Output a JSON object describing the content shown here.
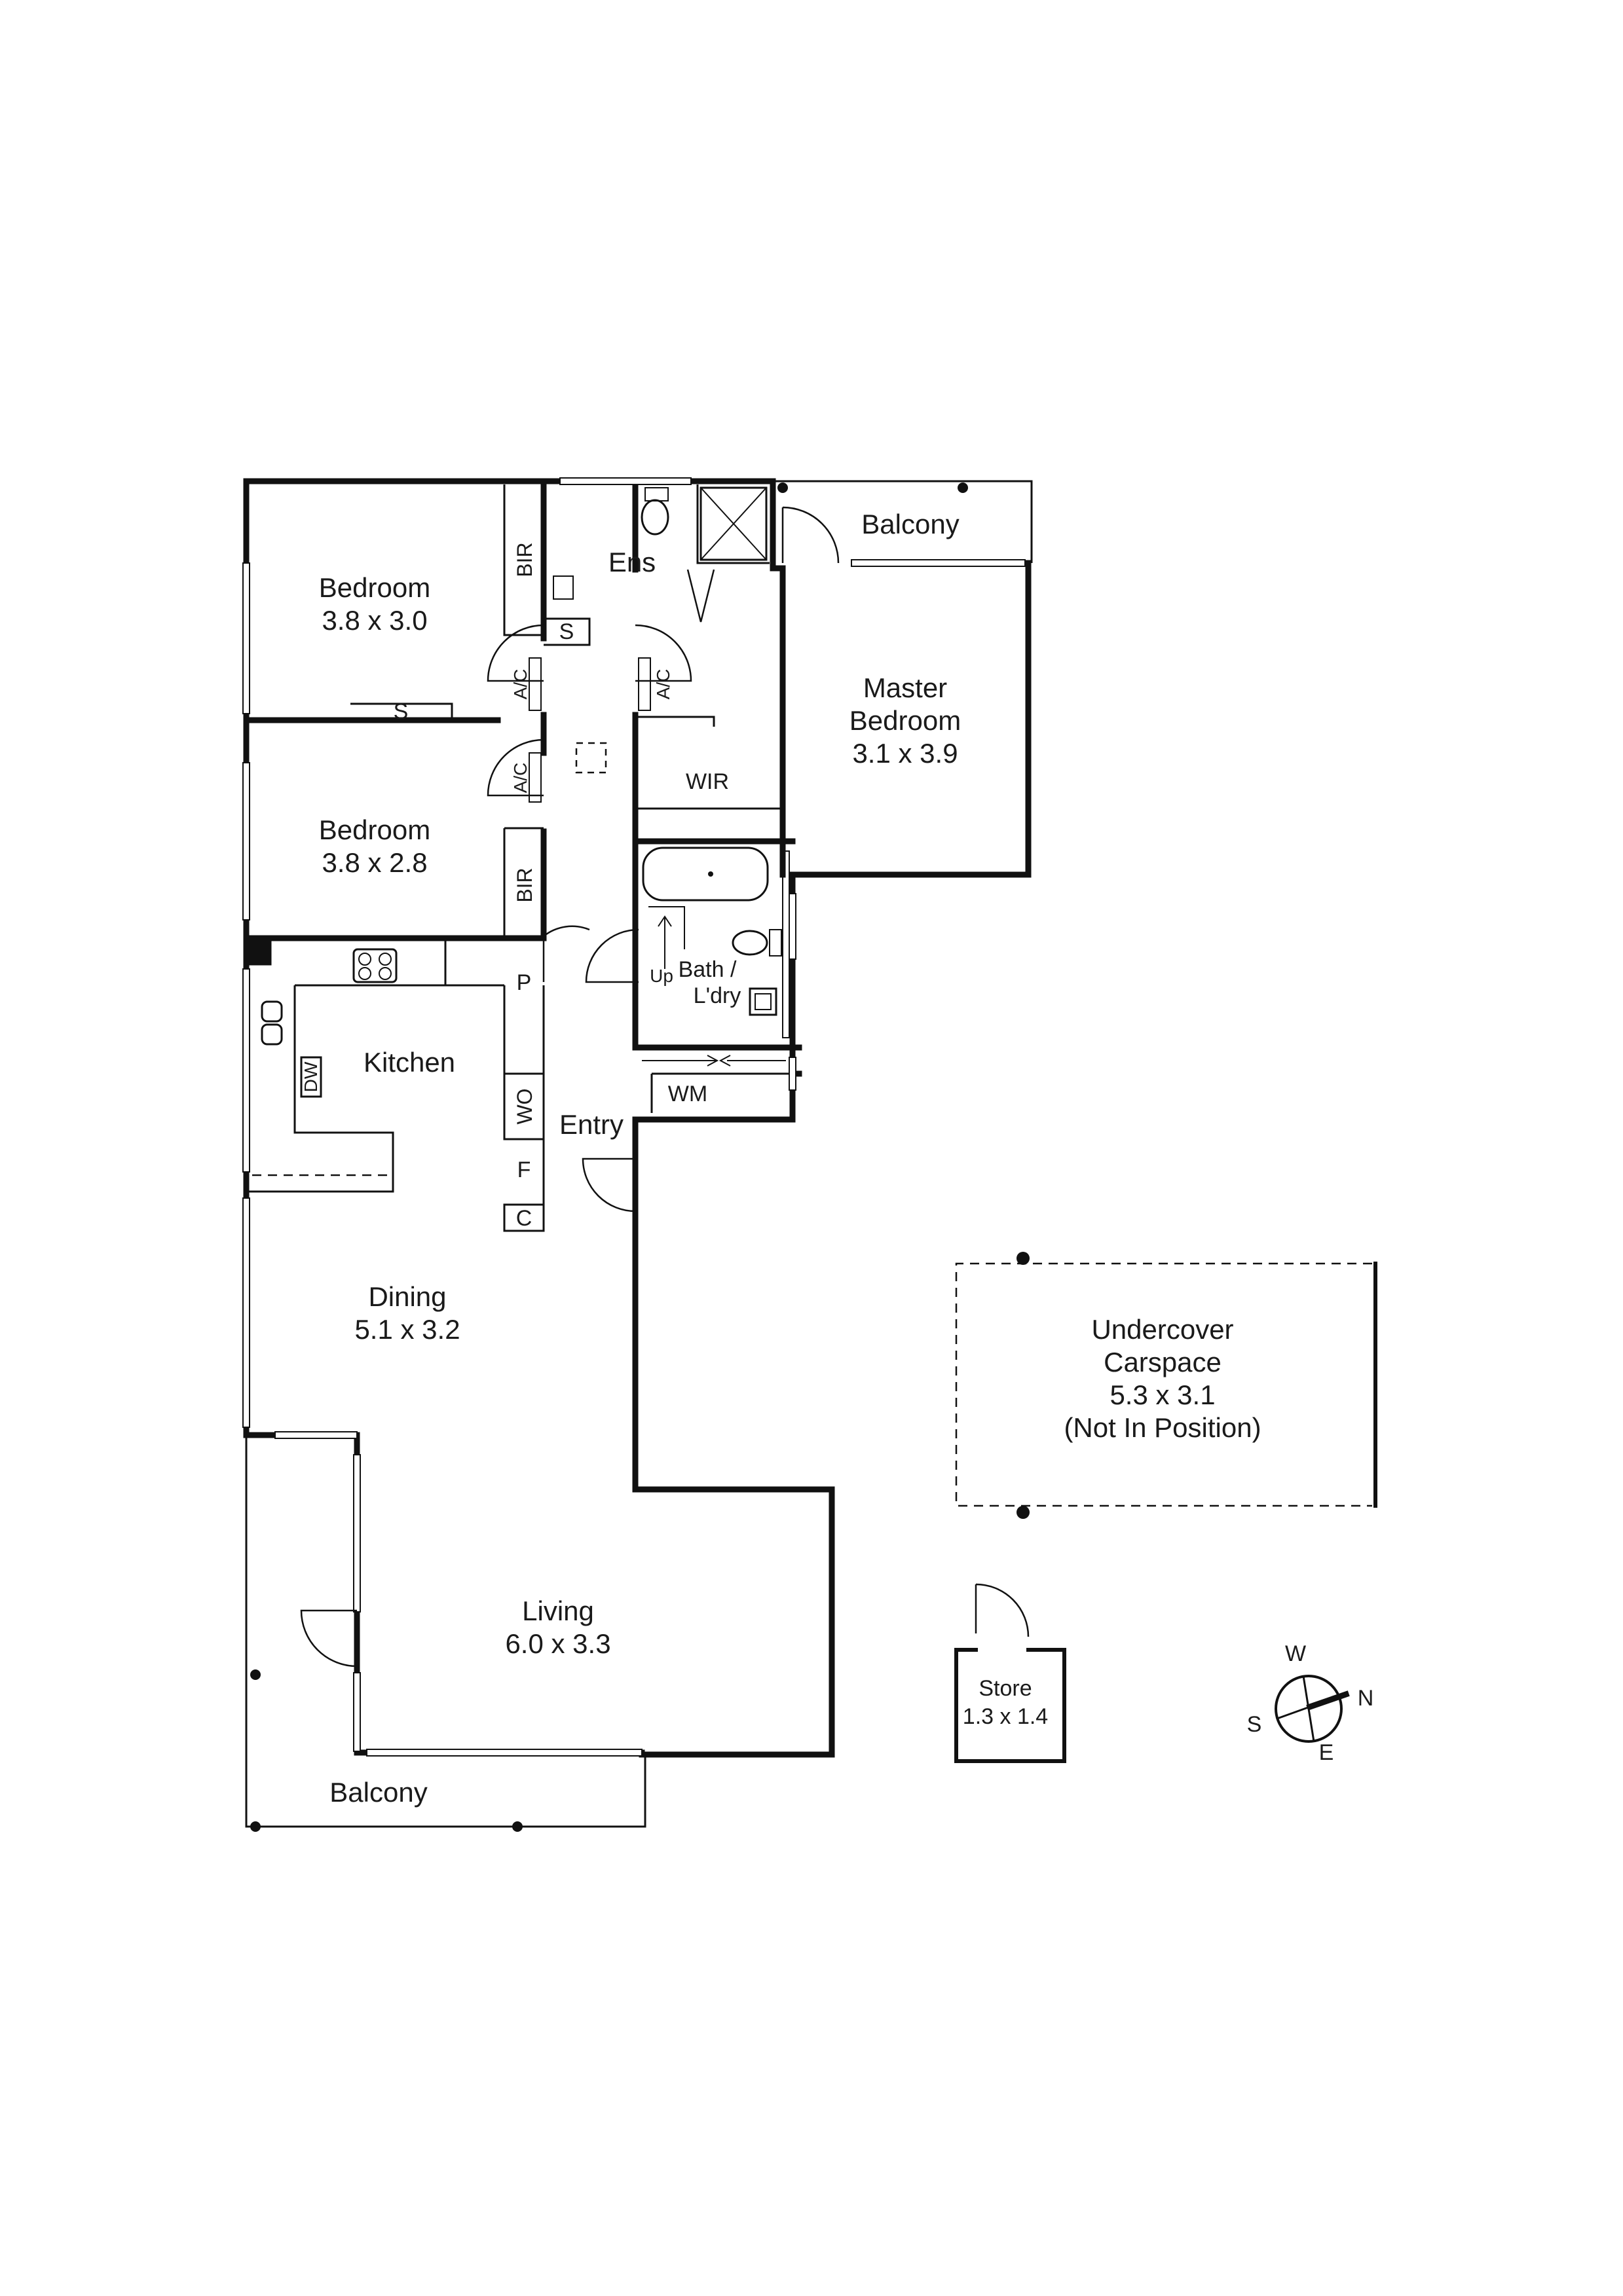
{
  "rooms": {
    "bedroom1": {
      "name": "Bedroom",
      "size": "3.8 x 3.0"
    },
    "bedroom2": {
      "name": "Bedroom",
      "size": "3.8 x 2.8"
    },
    "master_name_1": "Master",
    "master_name_2": "Bedroom",
    "master_size": "3.1 x 3.9",
    "ensuite": "Ens",
    "balcony_top": "Balcony",
    "wir": "WIR",
    "bath_1": "Bath /",
    "bath_2": "L'dry",
    "up": "Up",
    "wm": "WM",
    "kitchen": "Kitchen",
    "entry": "Entry",
    "dining": {
      "name": "Dining",
      "size": "5.1 x 3.2"
    },
    "living": {
      "name": "Living",
      "size": "6.0 x 3.3"
    },
    "balcony_bottom": "Balcony",
    "carspace_1": "Undercover",
    "carspace_2": "Carspace",
    "carspace_3": "5.3 x 3.1",
    "carspace_4": "(Not In Position)",
    "store": {
      "name": "Store",
      "size": "1.3 x 1.4"
    }
  },
  "fixtures": {
    "bir": "BIR",
    "ac": "A/C",
    "s": "S",
    "p": "P",
    "wo": "WO",
    "f": "F",
    "c": "C",
    "dw": "DW"
  },
  "compass": {
    "north": "N",
    "south": "S",
    "east": "E",
    "west": "W"
  }
}
